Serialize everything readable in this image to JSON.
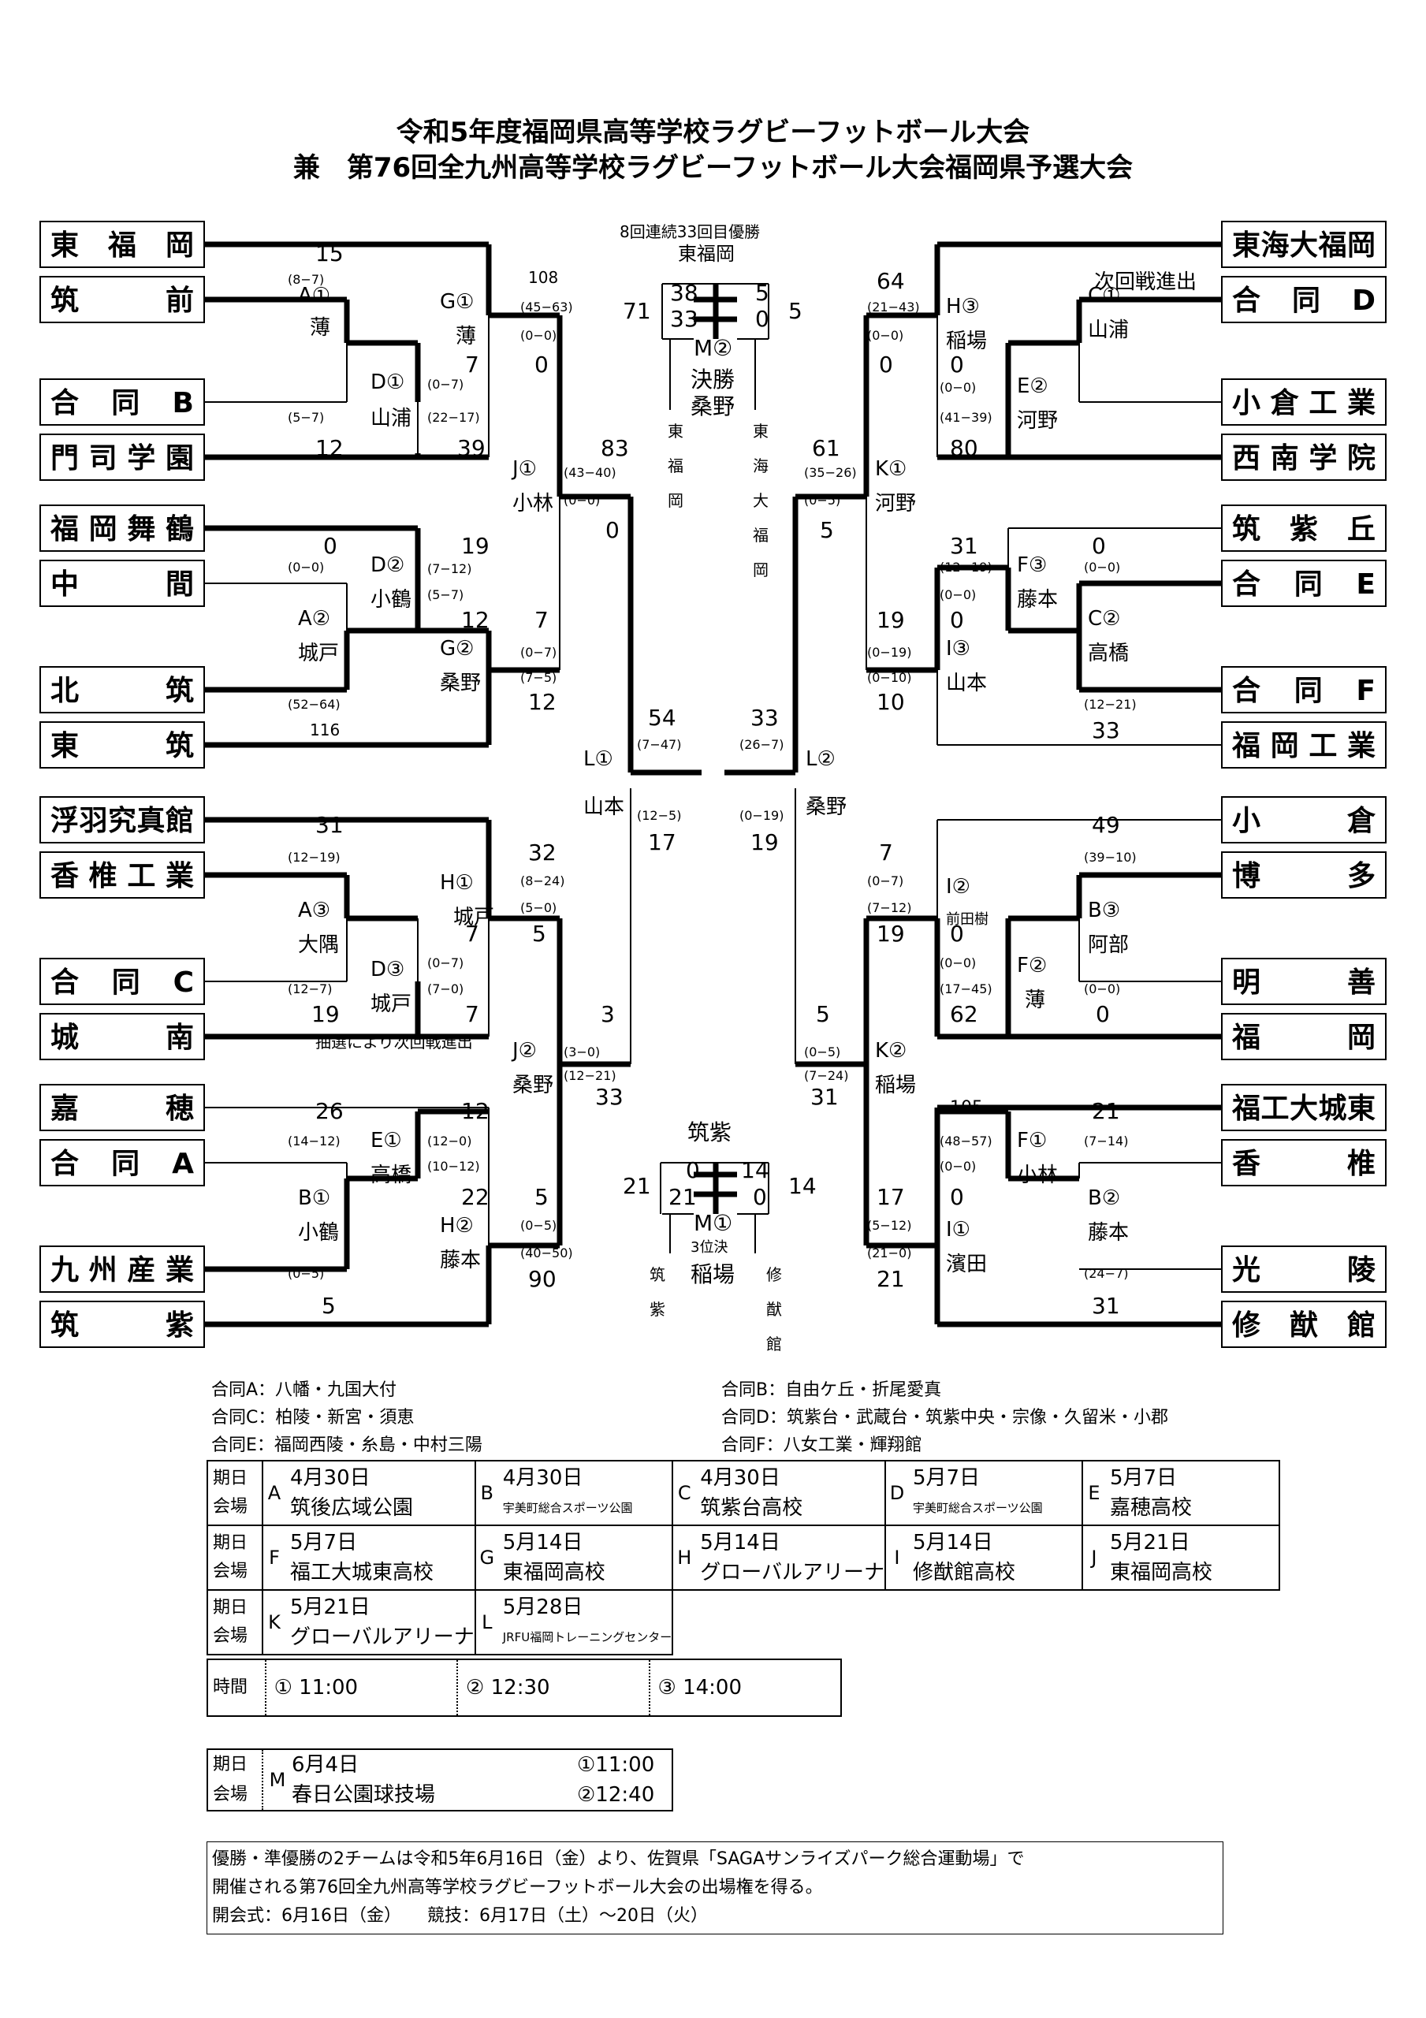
{
  "title": {
    "line1": "令和5年度福岡県高等学校ラグビーフットボール大会",
    "line2": "兼　第76回全九州高等学校ラグビーフットボール大会福岡県予選大会"
  },
  "left_teams": [
    "東福岡",
    "筑前",
    "合同B",
    "門司学園",
    "福岡舞鶴",
    "中間",
    "北筑",
    "東筑",
    "浮羽究真館",
    "香椎工業",
    "合同C",
    "城南",
    "嘉穂",
    "合同A",
    "九州産業",
    "筑紫"
  ],
  "right_teams": [
    "東海大福岡",
    "合同D",
    "小倉工業",
    "西南学院",
    "筑紫丘",
    "合同E",
    "合同F",
    "福岡工業",
    "小倉",
    "博多",
    "明善",
    "福岡",
    "福工大城東",
    "香椎",
    "光陵",
    "修猷館"
  ],
  "labels": {
    "A1": "A①",
    "A1v": "薄",
    "D1": "D①",
    "D1v": "山浦",
    "G1": "G①",
    "G1v": "薄",
    "J1": "J①",
    "J1v": "小林",
    "D2": "D②",
    "D2v": "小鶴",
    "A2": "A②",
    "A2v": "城戸",
    "G2": "G②",
    "G2v": "桑野",
    "A3": "A③",
    "A3v": "大隅",
    "H1": "H①",
    "H1v": "城戸",
    "D3": "D③",
    "D3v": "城戸",
    "J2": "J②",
    "J2v": "桑野",
    "E1": "E①",
    "E1v": "高橋",
    "B1": "B①",
    "B1v": "小鶴",
    "H2": "H②",
    "H2v": "藤本",
    "L1": "L①",
    "L1v": "山本",
    "L2": "L②",
    "L2v": "桑野",
    "H3": "H③",
    "H3v": "稲場",
    "C1": "C①",
    "C1v": "山浦",
    "E2": "E②",
    "E2v": "河野",
    "K1": "K①",
    "K1v": "河野",
    "F3": "F③",
    "F3v": "藤本",
    "C2": "C②",
    "C2v": "高橋",
    "I3": "I③",
    "I3v": "山本",
    "I2": "I②",
    "I2v": "前田樹",
    "B3": "B③",
    "B3v": "阿部",
    "F2": "F②",
    "F2v": "薄",
    "K2": "K②",
    "K2v": "稲場",
    "F1": "F①",
    "F1v": "小林",
    "B2": "B②",
    "B2v": "藤本",
    "I1": "I①",
    "I1v": "濱田"
  },
  "scores": [
    "15",
    "12",
    "108",
    "0",
    "7",
    "39",
    "0",
    "83",
    "0",
    "0",
    "19",
    "12",
    "7",
    "12",
    "116",
    "54",
    "17",
    "33",
    "19",
    "31",
    "19",
    "32",
    "5",
    "7",
    "7",
    "7",
    "3",
    "33",
    "26",
    "12",
    "22",
    "5",
    "90",
    "5",
    "64",
    "0",
    "0",
    "80",
    "61",
    "5",
    "31",
    "0",
    "0",
    "19",
    "10",
    "33",
    "7",
    "19",
    "0",
    "62",
    "0",
    "49",
    "5",
    "31",
    "105",
    "17",
    "0",
    "21",
    "21",
    "31"
  ],
  "halves": [
    "(8−7)",
    "(5−7)",
    "(45−63)",
    "(0−0)",
    "(0−7)",
    "(22−17)",
    "(43−40)",
    "(0−0)",
    "(0−0)",
    "(7−12)",
    "(5−7)",
    "(0−7)",
    "(7−5)",
    "(52−64)",
    "(7−47)",
    "(12−5)",
    "(26−7)",
    "(0−19)",
    "(12−19)",
    "(8−24)",
    "(5−0)",
    "(0−7)",
    "(12−7)",
    "(7−0)",
    "(3−0)",
    "(12−21)",
    "(14−12)",
    "(12−0)",
    "(10−12)",
    "(0−5)",
    "(40−50)",
    "(0−5)",
    "(21−43)",
    "(0−0)",
    "(0−0)",
    "(41−39)",
    "(35−26)",
    "(0−5)",
    "(12−19)",
    "(0−0)",
    "(0−0)",
    "(0−19)",
    "(0−10)",
    "(12−21)",
    "(0−7)",
    "(7−12)",
    "(39−10)",
    "(0−0)",
    "(17−45)",
    "(0−0)",
    "(0−5)",
    "(7−24)",
    "(48−57)",
    "(0−0)",
    "(7−14)",
    "(5−12)",
    "(21−0)",
    "(24−7)"
  ],
  "notes": {
    "lottery": "抽選により次回戦進出",
    "advance": "次回戦進出"
  },
  "final": {
    "champ_note": "8回連続33回目優勝",
    "champion": "東福岡",
    "total_l": "71",
    "total_r": "5",
    "q1l": "38",
    "q1r": "5",
    "q2l": "33",
    "q2r": "0",
    "match": "M②",
    "kind": "決勝",
    "ref": "桑野",
    "left_team": "東福岡",
    "right_team": "東海大福岡"
  },
  "third": {
    "winner": "筑紫",
    "total_l": "21",
    "total_r": "14",
    "q1l": "0",
    "q1r": "14",
    "q2l": "21",
    "q2r": "0",
    "match": "M①",
    "kind": "3位決",
    "ref": "稲場",
    "left_team": "筑紫",
    "right_team": "修猷館"
  },
  "joint": {
    "A": "合同A：八幡・九国大付",
    "B": "合同B：自由ケ丘・折尾愛真",
    "C": "合同C：柏陵・新宮・須恵",
    "D": "合同D：筑紫台・武蔵台・筑紫中央・宗像・久留米・小郡",
    "E": "合同E：福岡西陵・糸島・中村三陽",
    "F": "合同F：八女工業・輝翔館"
  },
  "schedule": {
    "head1": "期日",
    "head2": "会場",
    "rows": [
      [
        {
          "l": "A",
          "d": "4月30日",
          "v": "筑後広域公園",
          "s": false
        },
        {
          "l": "B",
          "d": "4月30日",
          "v": "宇美町総合スポーツ公園",
          "s": true
        },
        {
          "l": "C",
          "d": "4月30日",
          "v": "筑紫台高校",
          "s": false
        },
        {
          "l": "D",
          "d": "5月7日",
          "v": "宇美町総合スポーツ公園",
          "s": true
        },
        {
          "l": "E",
          "d": "5月7日",
          "v": "嘉穂高校",
          "s": false
        }
      ],
      [
        {
          "l": "F",
          "d": "5月7日",
          "v": "福工大城東高校",
          "s": false
        },
        {
          "l": "G",
          "d": "5月14日",
          "v": "東福岡高校",
          "s": false
        },
        {
          "l": "H",
          "d": "5月14日",
          "v": "グローバルアリーナ",
          "s": false
        },
        {
          "l": "I",
          "d": "5月14日",
          "v": "修猷館高校",
          "s": false
        },
        {
          "l": "J",
          "d": "5月21日",
          "v": "東福岡高校",
          "s": false
        }
      ],
      [
        {
          "l": "K",
          "d": "5月21日",
          "v": "グローバルアリーナ",
          "s": false
        },
        {
          "l": "L",
          "d": "5月28日",
          "v": "JRFU福岡トレーニングセンター",
          "s": true
        }
      ]
    ],
    "time_head": "時間",
    "times": [
      "① 11:00",
      "② 12:30",
      "③ 14:00"
    ]
  },
  "m_sched": {
    "head1": "期日",
    "head2": "会場",
    "letter": "M",
    "date": "6月4日",
    "venue": "春日公園球技場",
    "t1": "①11:00",
    "t2": "②12:40"
  },
  "footer": [
    "優勝・準優勝の2チームは令和5年6月16日（金）より、佐賀県「SAGAサンライズパーク総合運動場」で",
    "開催される第76回全九州高等学校ラグビーフットボール大会の出場権を得る。",
    "開会式：6月16日（金）　　競技：6月17日（土）〜20日（火）"
  ]
}
